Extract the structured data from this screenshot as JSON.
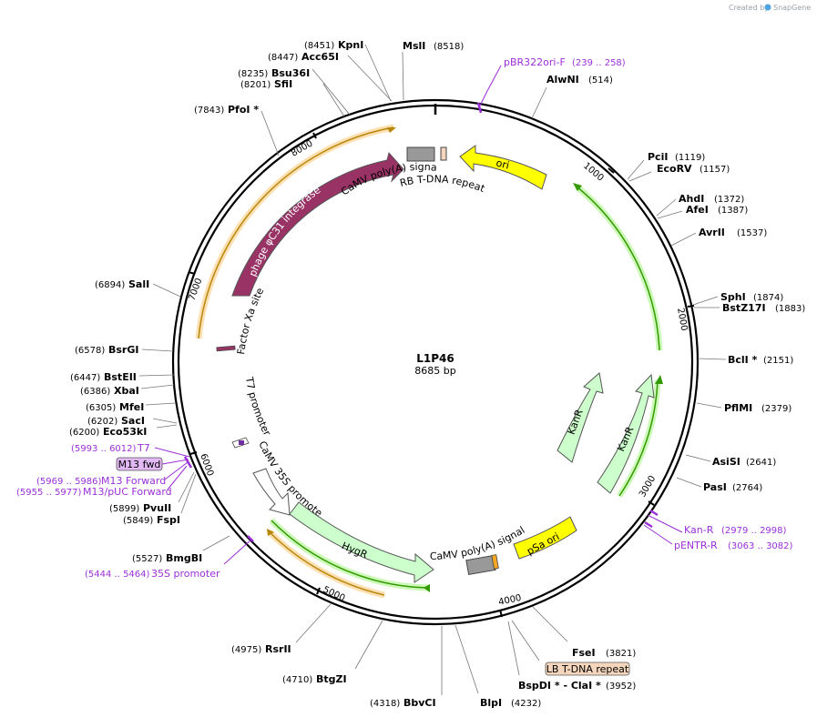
{
  "plasmid": {
    "name": "L1P46",
    "length_label": "8685 bp",
    "length": 8685
  },
  "credit": {
    "prefix": "Created by",
    "brand": "SnapGene"
  },
  "ticks": [
    "1000",
    "2000",
    "3000",
    "4000",
    "5000",
    "6000",
    "7000",
    "8000"
  ],
  "sites": [
    {
      "name": "MslI",
      "pos": "(8518)"
    },
    {
      "name": "AlwNI",
      "pos": "(514)"
    },
    {
      "name": "PciI",
      "pos": "(1119)"
    },
    {
      "name": "EcoRV",
      "pos": "(1157)"
    },
    {
      "name": "AhdI",
      "pos": "(1372)"
    },
    {
      "name": "AfeI",
      "pos": "(1387)"
    },
    {
      "name": "AvrII",
      "pos": "(1537)"
    },
    {
      "name": "SphI",
      "pos": "(1874)"
    },
    {
      "name": "BstZ17I",
      "pos": "(1883)"
    },
    {
      "name": "BclI *",
      "pos": "(2151)"
    },
    {
      "name": "PflMI",
      "pos": "(2379)"
    },
    {
      "name": "AsiSI",
      "pos": "(2641)"
    },
    {
      "name": "PasI",
      "pos": "(2764)"
    },
    {
      "name": "FseI",
      "pos": "(3821)"
    },
    {
      "name": "BspDI * - ClaI *",
      "pos": "(3952)"
    },
    {
      "name": "BlpI",
      "pos": "(4232)"
    },
    {
      "name": "BbvCI",
      "pos": "(4318)"
    },
    {
      "name": "BtgZI",
      "pos": "(4710)"
    },
    {
      "name": "RsrII",
      "pos": "(4975)"
    },
    {
      "name": "BmgBI",
      "pos": "(5527)"
    },
    {
      "name": "FspI",
      "pos": "(5849)"
    },
    {
      "name": "PvuII",
      "pos": "(5899)"
    },
    {
      "name": "Eco53kI",
      "pos": "(6200)"
    },
    {
      "name": "SacI",
      "pos": "(6202)"
    },
    {
      "name": "MfeI",
      "pos": "(6305)"
    },
    {
      "name": "XbaI",
      "pos": "(6386)"
    },
    {
      "name": "BstEII",
      "pos": "(6447)"
    },
    {
      "name": "BsrGI",
      "pos": "(6578)"
    },
    {
      "name": "SalI",
      "pos": "(6894)"
    },
    {
      "name": "PfoI *",
      "pos": "(7843)"
    },
    {
      "name": "SfiI",
      "pos": "(8201)"
    },
    {
      "name": "Bsu36I",
      "pos": "(8235)"
    },
    {
      "name": "Acc65I",
      "pos": "(8447)"
    },
    {
      "name": "KpnI",
      "pos": "(8451)"
    }
  ],
  "primers": [
    {
      "name": "pBR322ori-F",
      "pos": "(239 .. 258)"
    },
    {
      "name": "Kan-R",
      "pos": "(2979 .. 2998)"
    },
    {
      "name": "pENTR-R",
      "pos": "(3063 .. 3082)"
    },
    {
      "name": "35S promoter",
      "pos": "(5444 .. 5464)"
    },
    {
      "name": "M13/pUC Forward",
      "pos": "(5955 .. 5977)"
    },
    {
      "name": "M13 Forward",
      "pos": "(5969 .. 5986)"
    },
    {
      "name": "M13 fwd",
      "pos": ""
    },
    {
      "name": "T7",
      "pos": "(5993 .. 6012)"
    }
  ],
  "feature_boxes": {
    "lb_tdna": "LB T-DNA repeat",
    "m13_fwd": "M13 fwd"
  },
  "features": {
    "ori": "ori",
    "integrase": "phage φC31 integrase",
    "kanr_a": "KanR",
    "kanr_b": "KanR",
    "hygr": "HygR",
    "psa_ori": "pSa ori",
    "camv_polya_top": "CaMV poly(A) signal",
    "rb_tdna": "RB T-DNA repeat",
    "factor_xa": "Factor Xa site",
    "t7_promoter": "T7 promoter",
    "camv_35s": "CaMV 35S promoter",
    "camv_polya_bottom": "CaMV poly(A) signal"
  },
  "colors": {
    "ori": "#ffff00",
    "integrase": "#993366",
    "kanr": "#ccffcc",
    "hygr": "#ccffcc",
    "psa_ori": "#ffff00",
    "terminator": "#999999",
    "tdna_repeat": "#f5d6bd",
    "primer": "#9b30d9",
    "orf_green": "#339900",
    "orf_orange": "#f5a623",
    "m13_box": "#e2b8f5"
  }
}
